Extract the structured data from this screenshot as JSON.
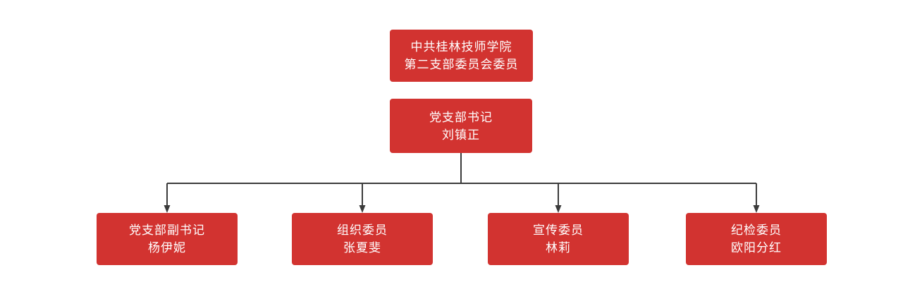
{
  "chart": {
    "type": "org-chart",
    "title_node": {
      "line1": "中共桂林技师学院",
      "line2": "第二支部委员会委员"
    },
    "secretary_node": {
      "role": "党支部书记",
      "name": "刘镇正"
    },
    "members": [
      {
        "role": "党支部副书记",
        "name": "杨伊妮"
      },
      {
        "role": "组织委员",
        "name": "张夏斐"
      },
      {
        "role": "宣传委员",
        "name": "林莉"
      },
      {
        "role": "纪检委员",
        "name": "欧阳分红"
      }
    ],
    "connections": [
      {
        "from": "secretary_node",
        "to": "members.0",
        "arrow": "down"
      },
      {
        "from": "secretary_node",
        "to": "members.1",
        "arrow": "down"
      },
      {
        "from": "secretary_node",
        "to": "members.2",
        "arrow": "down"
      },
      {
        "from": "secretary_node",
        "to": "members.3",
        "arrow": "down"
      }
    ]
  },
  "colors": {
    "node_fill": "#d23330",
    "node_text": "#ffffff",
    "connector": "#3b3b3b",
    "background": "#ffffff"
  }
}
